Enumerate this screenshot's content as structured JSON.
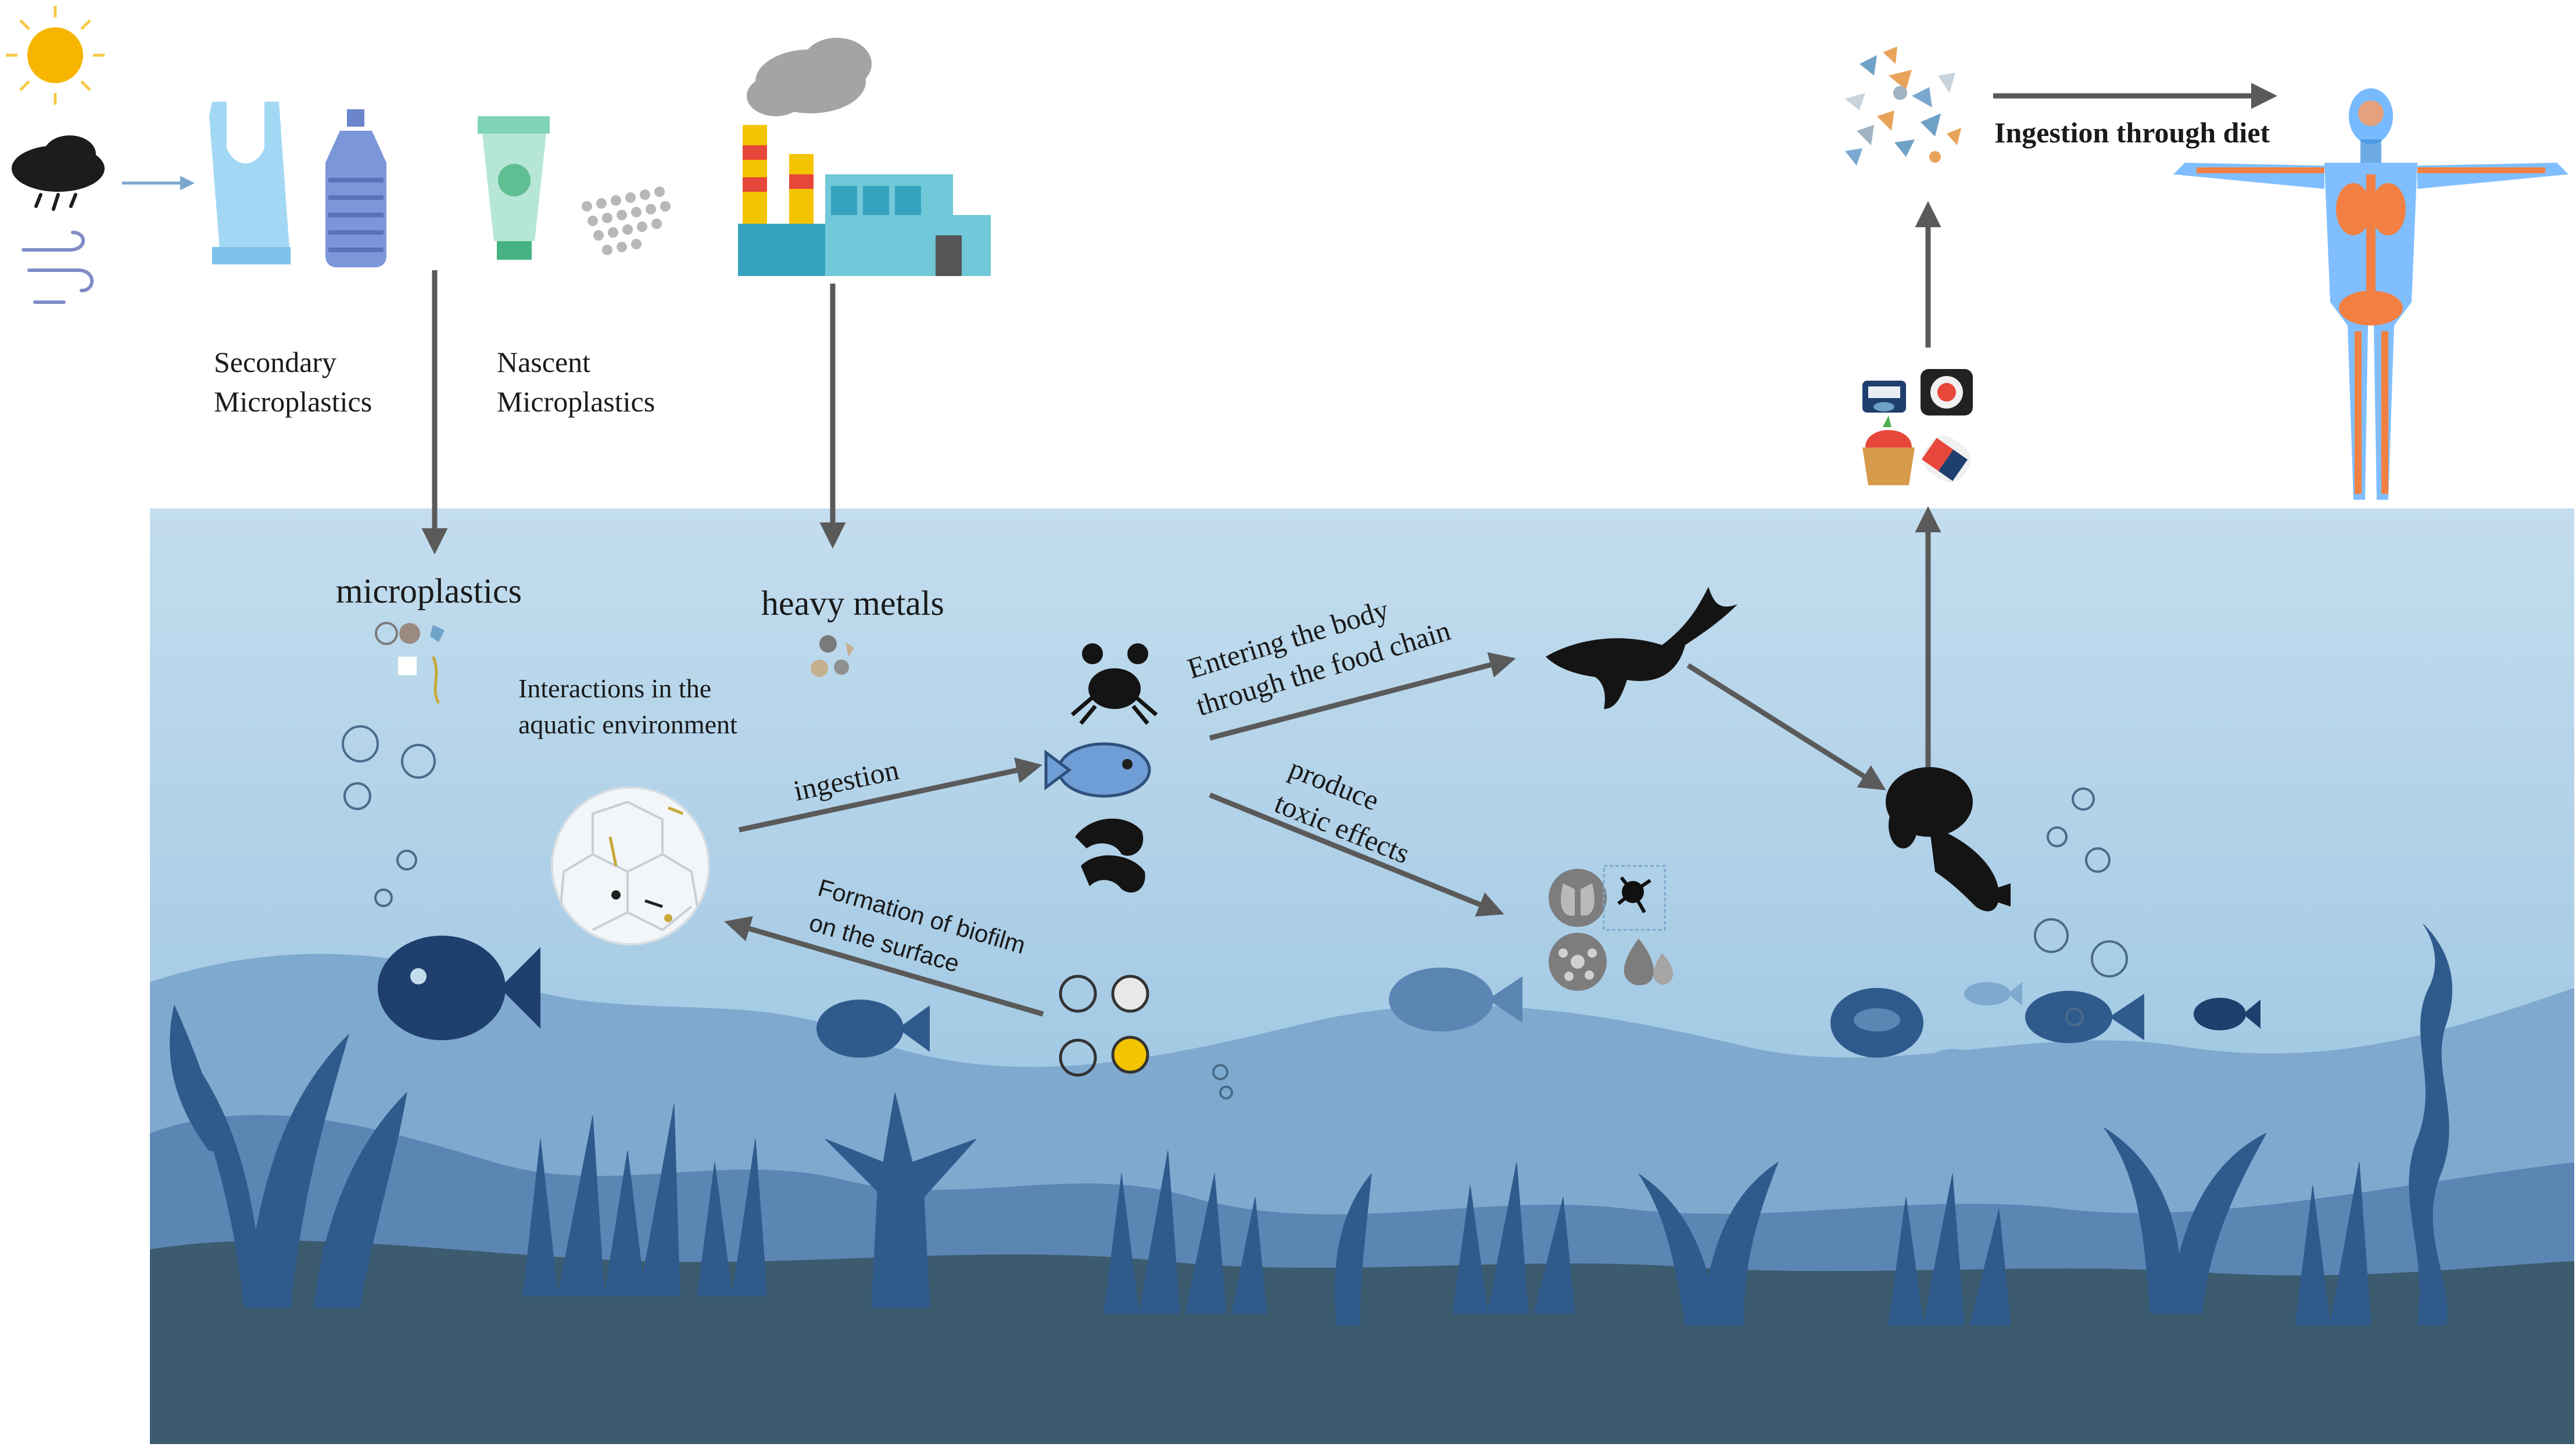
{
  "labels": {
    "secondary_line1": "Secondary",
    "secondary_line2": "Microplastics",
    "nascent_line1": "Nascent",
    "nascent_line2": "Microplastics",
    "microplastics": "microplastics",
    "heavy_metals": "heavy metals",
    "interactions_line1": "Interactions in the",
    "interactions_line2": "aquatic environment",
    "ingestion": "ingestion",
    "entering_line1": "Entering the body",
    "entering_line2": "through the food chain",
    "produce_line1": "produce",
    "produce_line2": "toxic effects",
    "biofilm_line1": "Formation of biofilm",
    "biofilm_line2": "on the surface",
    "diet": "Ingestion through diet"
  },
  "icons": [
    "sun-icon",
    "rain-cloud-icon",
    "wind-icon",
    "plastic-bag-icon",
    "plastic-bottle-icon",
    "cosmetic-tube-icon",
    "microbeads-icon",
    "factory-icon",
    "smoke-cloud-icon",
    "microplastic-particles-icon",
    "heavy-metal-particles-icon",
    "biofilm-sphere-icon",
    "crab-icon",
    "fish-icon",
    "shrimp-icon",
    "bacteria-icon",
    "whale-icon",
    "manatee-icon",
    "organ-damage-icon",
    "seafood-icon",
    "debris-pile-icon",
    "human-body-icon"
  ],
  "colors": {
    "water_top": "#c3ddee",
    "water_mid": "#9dc6e2",
    "hill_far": "#7fa9cf",
    "hill_mid": "#5b86b4",
    "seafloor": "#3c5b6e",
    "vegetation": "#2f5a8c",
    "arrow": "#5a5a5a",
    "silhouette": "#141414"
  }
}
